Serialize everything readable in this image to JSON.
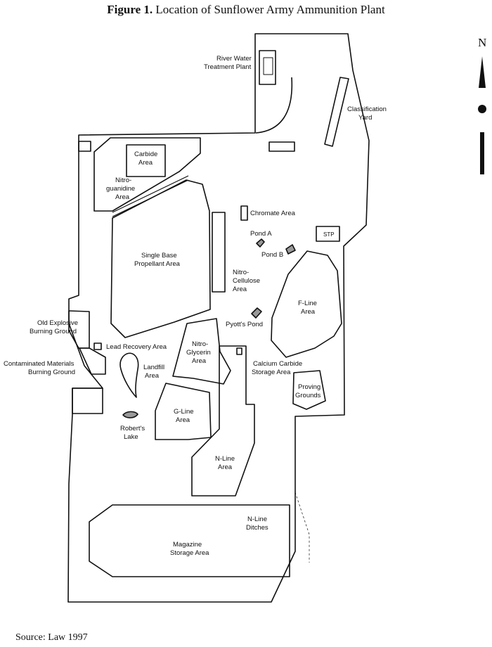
{
  "title": {
    "prefix": "Figure 1.",
    "text": "Location of Sunflower Army Ammunition Plant"
  },
  "north_arrow": {
    "label": "N"
  },
  "labels": {
    "river_water_1": "River Water",
    "river_water_2": "Treatment Plant",
    "classification_1": "Classification",
    "classification_2": "Yard",
    "carbide_1": "Carbide",
    "carbide_2": "Area",
    "nitroguanidine_1": "Nitro-",
    "nitroguanidine_2": "guanidine",
    "nitroguanidine_3": "Area",
    "chromate": "Chromate Area",
    "pond_a": "Pond A",
    "pond_b": "Pond B",
    "stp": "STP",
    "single_base_1": "Single Base",
    "single_base_2": "Propellant Area",
    "nitrocellulose_1": "Nitro-",
    "nitrocellulose_2": "Cellulose",
    "nitrocellulose_3": "Area",
    "fline_1": "F-Line",
    "fline_2": "Area",
    "pyotts_pond": "Pyott's Pond",
    "old_explosive_1": "Old Explosive",
    "old_explosive_2": "Burning Ground",
    "lead_recovery": "Lead Recovery Area",
    "nitroglycerin_1": "Nitro-",
    "nitroglycerin_2": "Glycerin",
    "nitroglycerin_3": "Area",
    "contaminated_1": "Contaminated Materials",
    "contaminated_2": "Burning Ground",
    "landfill_1": "Landfill",
    "landfill_2": "Area",
    "calcium_1": "Calcium Carbide",
    "calcium_2": "Storage Area",
    "proving_1": "Proving",
    "proving_2": "Grounds",
    "gline_1": "G-Line",
    "gline_2": "Area",
    "roberts_1": "Robert's",
    "roberts_2": "Lake",
    "nline_1": "N-Line",
    "nline_2": "Area",
    "nline_ditches_1": "N-Line",
    "nline_ditches_2": "Ditches",
    "magazine_1": "Magazine",
    "magazine_2": "Storage Area"
  },
  "source": "Source: Law 1997"
}
